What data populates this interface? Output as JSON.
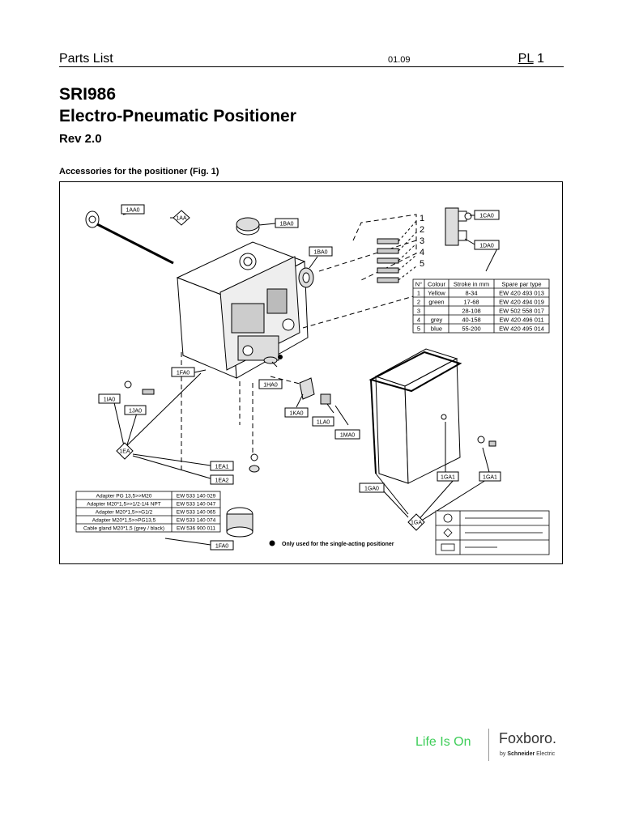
{
  "header": {
    "title": "Parts List",
    "date": "01.09",
    "page_label": "PL",
    "page_num": "1"
  },
  "doc": {
    "model": "SRI986",
    "product": "Electro-Pneumatic Positioner",
    "rev": "Rev 2.0",
    "figure_caption": "Accessories for the positioner (Fig. 1)"
  },
  "figure": {
    "labels": {
      "aa0": "1AA0",
      "aa": "1AA",
      "ba0_top": "1BA0",
      "ba0": "1BA0",
      "ca0": "1CA0",
      "da0": "1DA0",
      "fa0_top": "1FA0",
      "ia0": "1IA0",
      "ja0": "1JA0",
      "ha0": "1HA0",
      "ka0": "1KA0",
      "la0": "1LA0",
      "ma0": "1MA0",
      "ea": "1EA",
      "ea1": "1EA1",
      "ea2": "1EA2",
      "fa0": "1FA0",
      "ga0": "1GA0",
      "ga1a": "1GA1",
      "ga1b": "1GA1",
      "ga": "1GA"
    },
    "spring_numbers": [
      "1",
      "2",
      "3",
      "4",
      "5"
    ],
    "spring_table": {
      "headers": [
        "N°",
        "Colour",
        "Stroke in mm",
        "Spare par type"
      ],
      "rows": [
        [
          "1",
          "Yellow",
          "8-34",
          "EW 420 493 013"
        ],
        [
          "2",
          "green",
          "17-68",
          "EW 420 494 019"
        ],
        [
          "3",
          "",
          "28-108",
          "EW 502 558 017"
        ],
        [
          "4",
          "grey",
          "40-158",
          "EW 420 496 011"
        ],
        [
          "5",
          "blue",
          "55-200",
          "EW 420 495 014"
        ]
      ]
    },
    "adapter_table": {
      "rows": [
        [
          "Adapter PG 13,5>>M20",
          "EW 533 140 029"
        ],
        [
          "Adapter M20*1,5>>1/2-1/4 NPT",
          "EW 533 140 047"
        ],
        [
          "Adapter M20*1,5>>G1/2",
          "EW 533 140 065"
        ],
        [
          "Adapter M20*1,5>>PG13,5",
          "EW 533 140 074"
        ],
        [
          "Cable gland M20*1,5 (grey / black)",
          "EW 536 900 011"
        ]
      ]
    },
    "legend": [
      "",
      "",
      ""
    ],
    "note": "Only used for the single-acting positioner"
  },
  "brand": {
    "tagline": "Life Is On",
    "name": "Foxboro.",
    "by": "by",
    "company": "Schneider",
    "company_tail": "Electric"
  }
}
